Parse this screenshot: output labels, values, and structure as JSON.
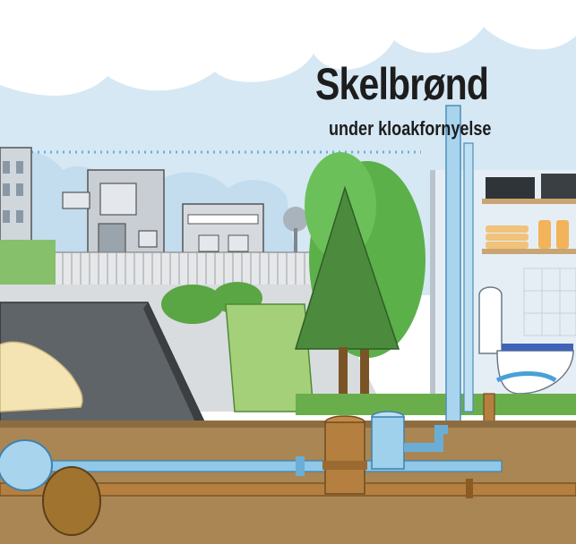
{
  "title": "Skelbrønd",
  "subtitle": "under kloakfornyelse",
  "colors": {
    "sky": "#cfe3f1",
    "cloud": "#ffffff",
    "soil": "#8b6a3e",
    "pipe_blue": "#8fc8e8",
    "pipe_brown": "#b5803f",
    "grass": "#6ab04c",
    "tree": "#3f8a3a"
  },
  "illustration": {
    "elements": [
      "clouds",
      "buildings",
      "fence",
      "road",
      "sand-pile",
      "hedge",
      "pine-tree",
      "tree",
      "house-wall",
      "shelves",
      "toilet",
      "inspection-well",
      "sewer-pipes",
      "rainwater-pipes",
      "soil"
    ]
  }
}
